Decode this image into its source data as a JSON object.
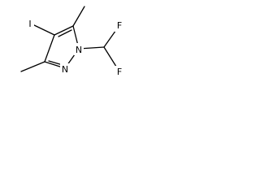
{
  "molecule": {
    "atoms": {
      "iodine": "I",
      "n1": "N",
      "n2": "N",
      "fluorine_top": "F",
      "fluorine_bottom": "F"
    },
    "colors": {
      "bond": "#000000",
      "label": "#000000",
      "background": "#ffffff"
    }
  }
}
